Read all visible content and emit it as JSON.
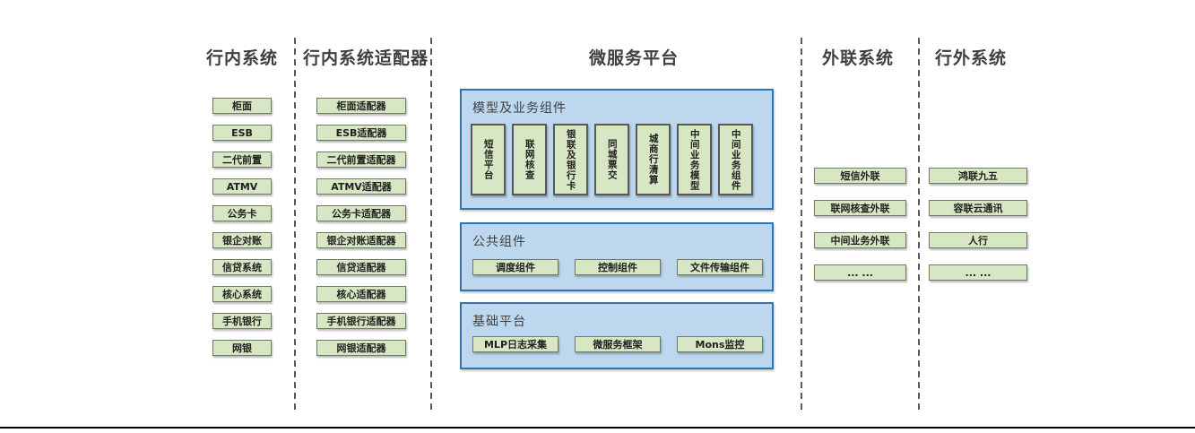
{
  "diagram": {
    "columns": [
      {
        "title": "行内系统",
        "items": [
          "柜面",
          "ESB",
          "二代前置",
          "ATMV",
          "公务卡",
          "银企对账",
          "信贷系统",
          "核心系统",
          "手机银行",
          "网银"
        ]
      },
      {
        "title": "行内系统适配器",
        "items": [
          "柜面适配器",
          "ESB适配器",
          "二代前置适配器",
          "ATMV适配器",
          "公务卡适配器",
          "银企对账适配器",
          "信贷适配器",
          "核心适配器",
          "手机银行适配器",
          "网银适配器"
        ]
      },
      {
        "title": "微服务平台"
      },
      {
        "title": "外联系统",
        "items": [
          "短信外联",
          "联网核查外联",
          "中间业务外联",
          "... ..."
        ]
      },
      {
        "title": "行外系统",
        "items": [
          "鸿联九五",
          "容联云通讯",
          "人行",
          "... ..."
        ]
      }
    ],
    "platform": {
      "panels": [
        {
          "title": "模型及业务组件",
          "items": [
            "短信平台",
            "联网核查",
            "银联及银行卡",
            "同城票交",
            "城商行清算",
            "中间业务模型",
            "中间业务组件"
          ]
        },
        {
          "title": "公共组件",
          "items": [
            "调度组件",
            "控制组件",
            "文件传输组件"
          ]
        },
        {
          "title": "基础平台",
          "items": [
            "MLP日志采集",
            "微服务框架",
            "Mons监控"
          ]
        }
      ]
    },
    "colors": {
      "box_fill": "#d7e6c3",
      "box_border": "#6f7b66",
      "panel_fill": "#bdd7ee",
      "panel_border": "#2e75b6",
      "separator": "#595959",
      "heading_text": "#3f3f3f",
      "box_text": "#1f1f1f",
      "bottom_rule": "#000000"
    }
  }
}
